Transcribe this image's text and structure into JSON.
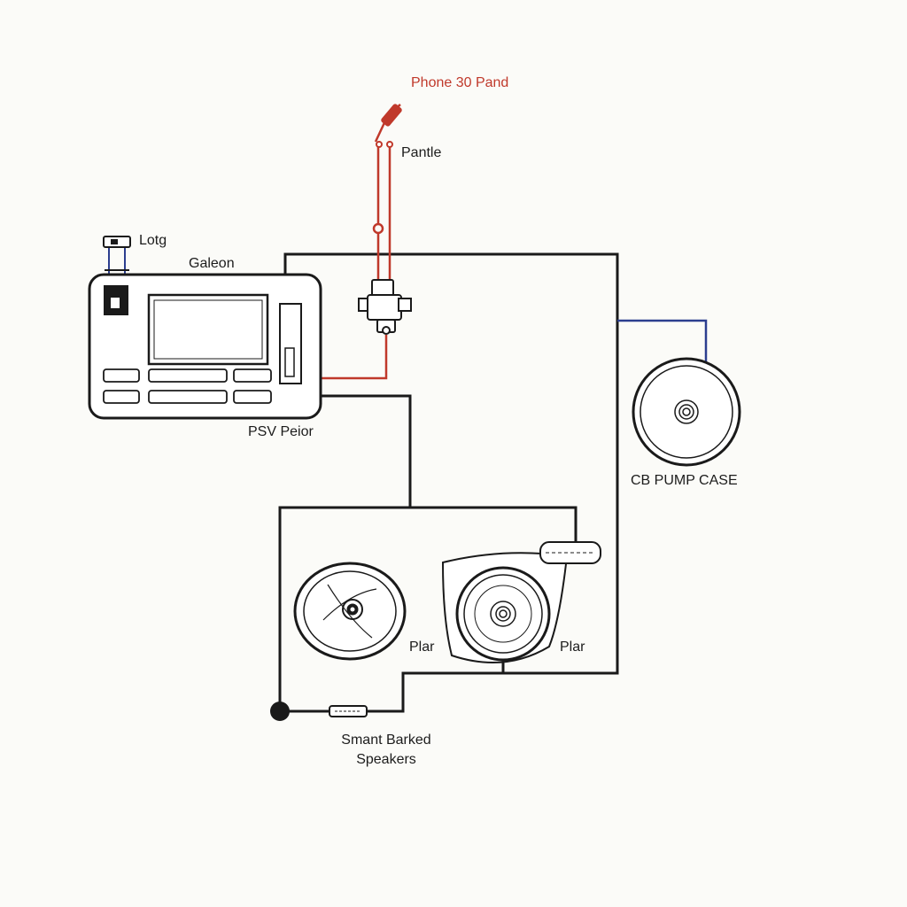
{
  "labels": {
    "phone": "Phone 30 Pand",
    "pantle": "Pantle",
    "lotg": "Lotg",
    "galeon": "Galeon",
    "psv": "PSV Peior",
    "cb_pump": "CB PUMP CASE",
    "plar_left": "Plar",
    "plar_right": "Plar",
    "smant_line1": "Smant Barked",
    "smant_line2": "Speakers"
  },
  "colors": {
    "wire": "#1a1a1a",
    "red_wire": "#c0392b",
    "blue_wire": "#2c3e8f",
    "background": "#fbfbf8"
  },
  "icons": [
    "head-unit-icon",
    "speaker-icon",
    "fuse-icon",
    "antenna-plug-icon",
    "connector-icon"
  ]
}
